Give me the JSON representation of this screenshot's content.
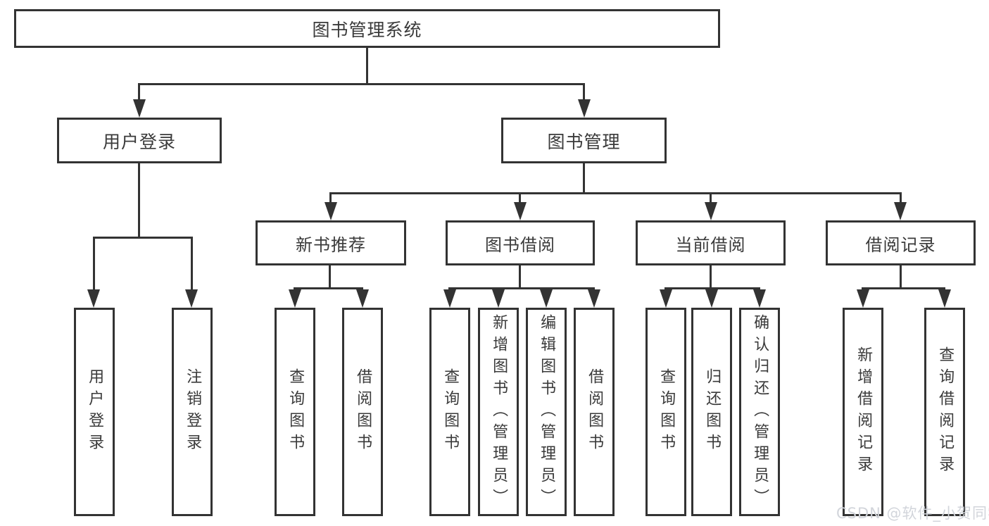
{
  "nodes": {
    "root": "图书管理系统",
    "user_login": "用户登录",
    "book_management": "图书管理",
    "new_book_recommend": "新书推荐",
    "book_borrowing": "图书借阅",
    "current_borrowing": "当前借阅",
    "borrowing_records": "借阅记录",
    "leaf_user_login": "用户登录",
    "leaf_logout": "注销登录",
    "leaf_nbr_query_books": "查询图书",
    "leaf_nbr_borrow_books": "借阅图书",
    "leaf_bb_query_books": "查询图书",
    "leaf_bb_add_books": "新增图书（管理员）",
    "leaf_bb_edit_books": "编辑图书（管理员）",
    "leaf_bb_borrow_books": "借阅图书",
    "leaf_cb_query_books": "查询图书",
    "leaf_cb_return_books": "归还图书",
    "leaf_cb_confirm_return": "确认归还（管理员）",
    "leaf_br_add_record": "新增借阅记录",
    "leaf_br_query_record": "查询借阅记录"
  },
  "watermark": "CSDN @软件_小贺同学",
  "colors": {
    "line": "#333333",
    "text": "#3a3a3a",
    "background": "#ffffff",
    "watermark": "#d2d5db"
  }
}
